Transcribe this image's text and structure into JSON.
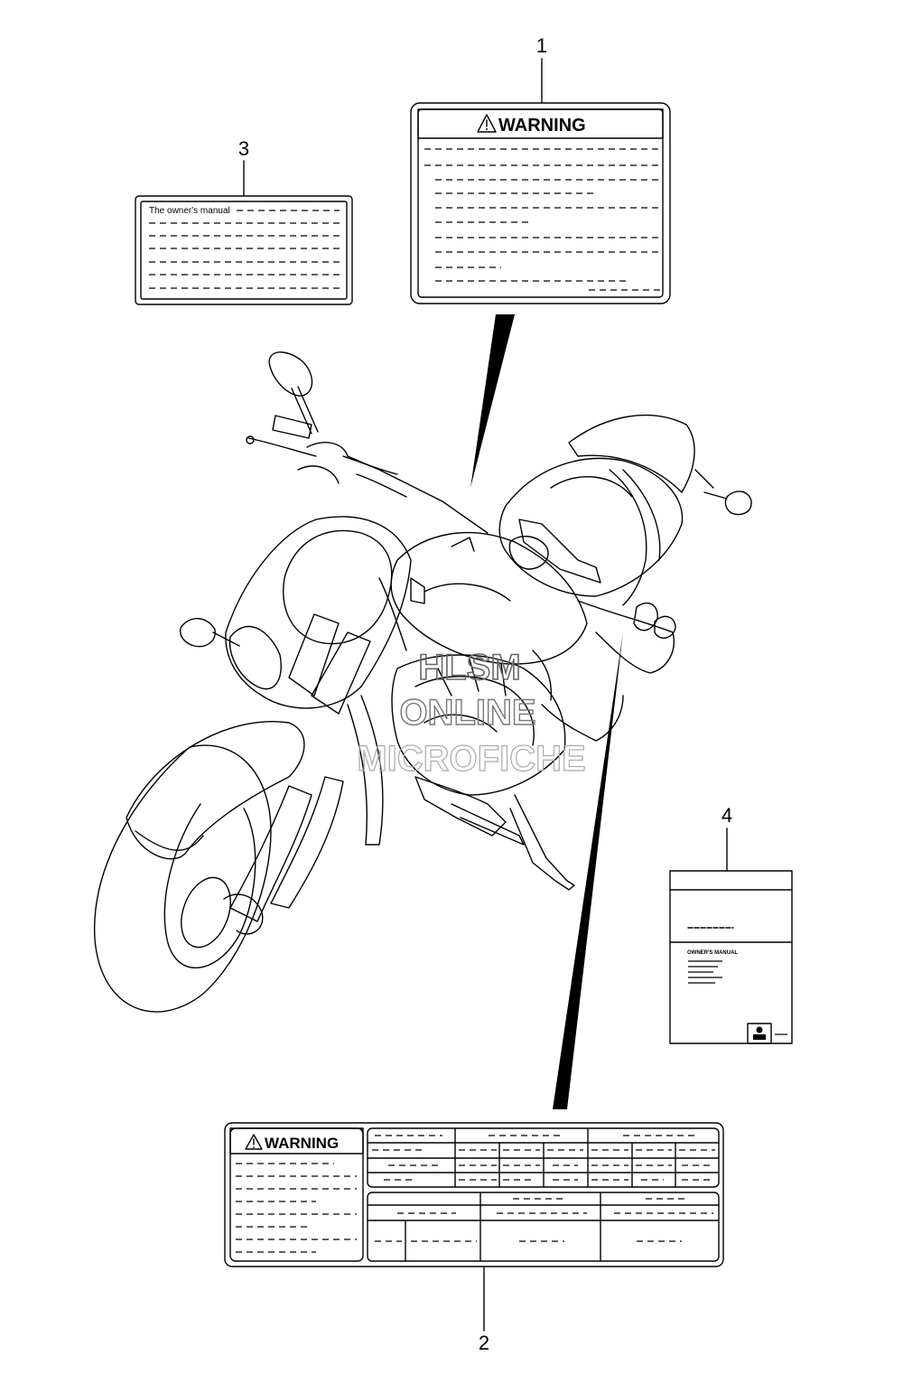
{
  "callouts": [
    {
      "id": "1",
      "label": "1"
    },
    {
      "id": "2",
      "label": "2"
    },
    {
      "id": "3",
      "label": "3"
    },
    {
      "id": "4",
      "label": "4"
    }
  ],
  "label1": {
    "heading": "WARNING"
  },
  "label2": {
    "heading": "WARNING"
  },
  "label3": {
    "heading": "The owner's manual"
  },
  "label4": {
    "caption": "OWNER'S MANUAL"
  },
  "watermark": {
    "line1": "HLSM",
    "line2": "ONLINE",
    "line3": "MICROFICHE"
  }
}
